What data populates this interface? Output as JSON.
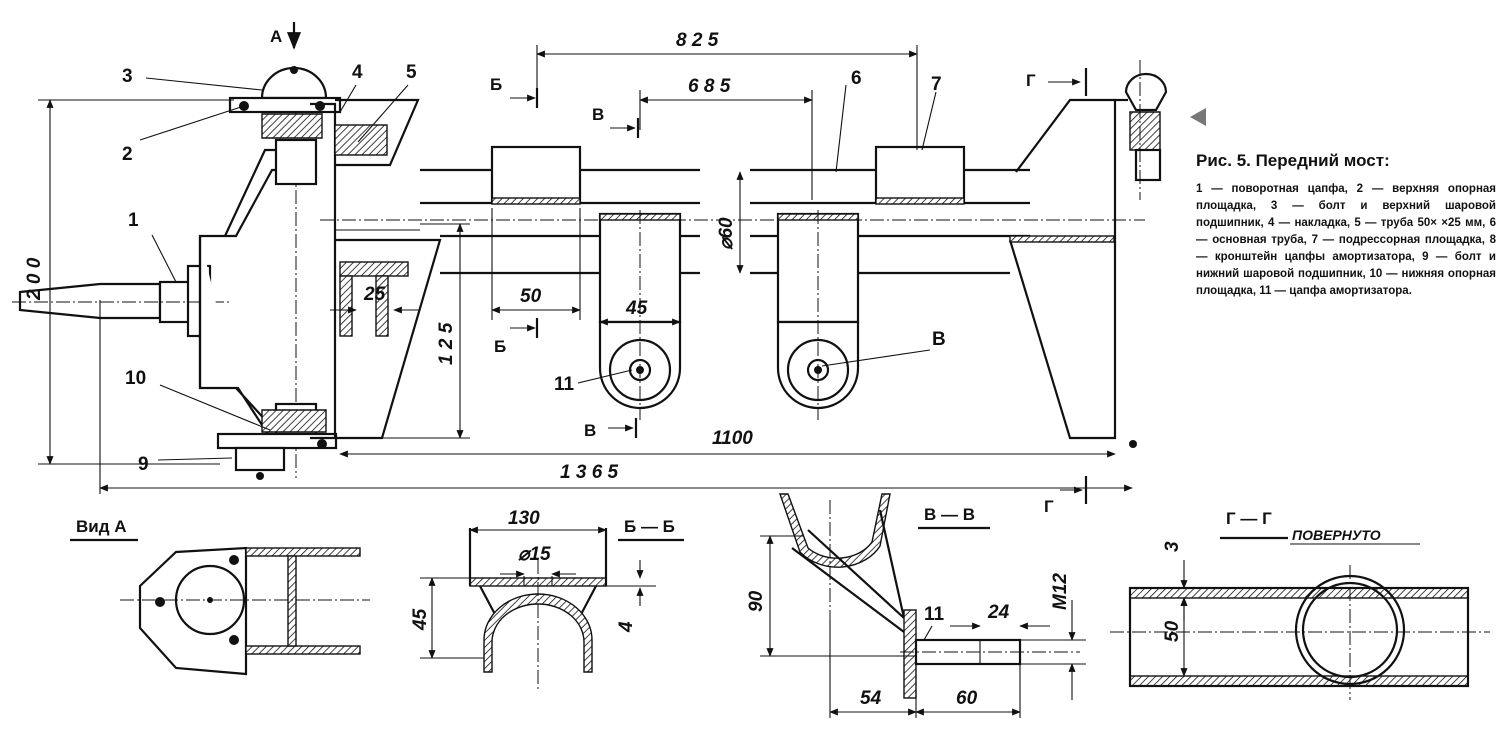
{
  "figure": {
    "title": "Рис. 5. Передний мост:",
    "legend_text": "1 — поворотная цапфа, 2 — верхняя опорная площадка, 3 — болт и верхний шаровой подшипник, 4 — накладка, 5 — труба 50× ×25 мм, 6 — основная труба, 7 — подрессорная площадка, 8 — кронштейн цапфы амортизатора, 9 — болт и нижний шаровой подшипник, 10 — нижняя опорная площадка, 11 — цапфа амортизатора."
  },
  "callouts": {
    "p1": "1",
    "p2": "2",
    "p3": "3",
    "p4": "4",
    "p5": "5",
    "p6": "6",
    "p7": "7",
    "p9": "9",
    "p10": "10",
    "p11a": "11",
    "p11b": "11",
    "pB": "В"
  },
  "dimensions": {
    "d825": "8 2 5",
    "d685": "6 8 5",
    "d200": "2 0 0",
    "d125": "1 2 5",
    "d1100": "1100",
    "d1365": "1 3 6 5",
    "d60": "⌀60",
    "d50": "50",
    "d45": "45",
    "d25": "25",
    "d130": "130",
    "d15": "⌀15",
    "d45b": "45",
    "d4": "4",
    "d90": "90",
    "d24": "24",
    "dM12": "M12",
    "d54": "54",
    "d60b": "60",
    "d3": "3",
    "d50b": "50"
  },
  "section_marks": {
    "A": "А",
    "B1": "Б",
    "B2": "Б",
    "V1": "В",
    "V2": "В",
    "G1": "Г",
    "G2": "Г"
  },
  "views": {
    "vid_a": "Вид А",
    "bb": "Б — Б",
    "vv": "В — В",
    "gg": "Г — Г",
    "rotated": "ПОВЕРНУТО"
  }
}
